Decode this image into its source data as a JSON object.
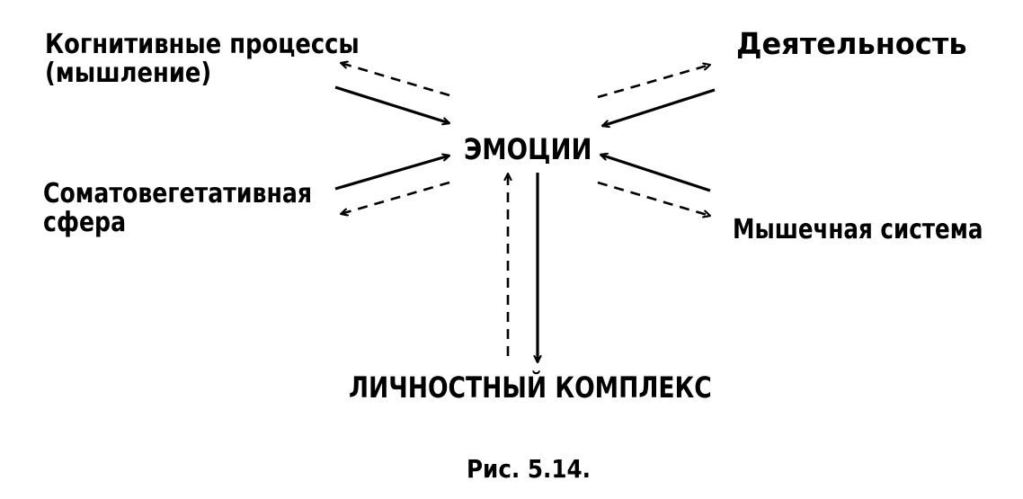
{
  "nodes": {
    "cognitive": {
      "lines": [
        "Когнитивные процессы",
        "(мышление)"
      ]
    },
    "activity": {
      "lines": [
        "Деятельность"
      ]
    },
    "emotions": {
      "lines": [
        "ЭМОЦИИ"
      ]
    },
    "somatic": {
      "lines": [
        "Соматовегетативная",
        "сфера"
      ]
    },
    "muscle": {
      "lines": [
        "Мышечная система"
      ]
    },
    "personal": {
      "lines": [
        "ЛИЧНОСТНЫЙ КОМПЛЕКС"
      ]
    }
  },
  "caption": "Рис. 5.14.",
  "connections": [
    {
      "from": "cognitive",
      "to": "emotions",
      "style": "solid"
    },
    {
      "from": "emotions",
      "to": "cognitive",
      "style": "dashed"
    },
    {
      "from": "activity",
      "to": "emotions",
      "style": "solid"
    },
    {
      "from": "emotions",
      "to": "activity",
      "style": "dashed"
    },
    {
      "from": "somatic",
      "to": "emotions",
      "style": "solid"
    },
    {
      "from": "emotions",
      "to": "somatic",
      "style": "dashed"
    },
    {
      "from": "muscle",
      "to": "emotions",
      "style": "solid"
    },
    {
      "from": "emotions",
      "to": "muscle",
      "style": "dashed"
    },
    {
      "from": "emotions",
      "to": "personal",
      "style": "solid"
    },
    {
      "from": "personal",
      "to": "emotions",
      "style": "dashed"
    }
  ]
}
